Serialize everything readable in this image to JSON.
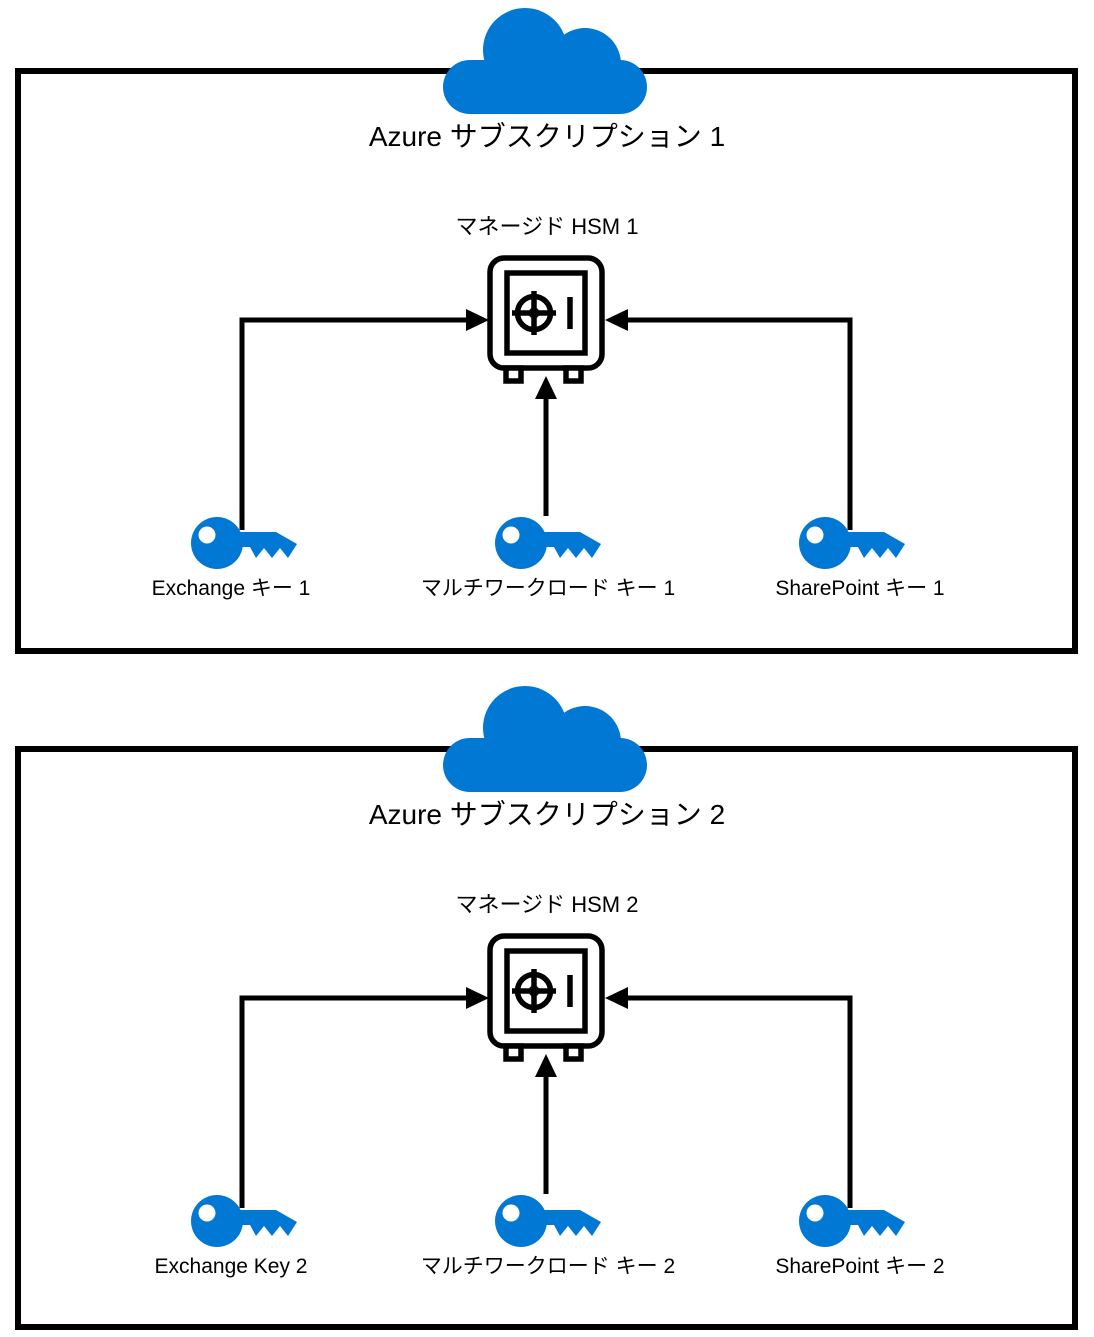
{
  "colors": {
    "brand_blue": "#0078d4",
    "line_black": "#000000"
  },
  "icons": {
    "cloud": "cloud-icon",
    "hsm": "safe-vault-icon",
    "key": "key-icon",
    "arrow": "arrow-connector"
  },
  "sections": [
    {
      "title": "Azure サブスクリプション 1",
      "hsm_label": "マネージド HSM 1",
      "keys": [
        {
          "label": "Exchange キー 1"
        },
        {
          "label": "マルチワークロード キー 1"
        },
        {
          "label": "SharePoint キー 1"
        }
      ]
    },
    {
      "title": "Azure サブスクリプション 2",
      "hsm_label": "マネージド HSM 2",
      "keys": [
        {
          "label": "Exchange Key 2"
        },
        {
          "label": "マルチワークロード キー 2"
        },
        {
          "label": "SharePoint キー 2"
        }
      ]
    }
  ]
}
